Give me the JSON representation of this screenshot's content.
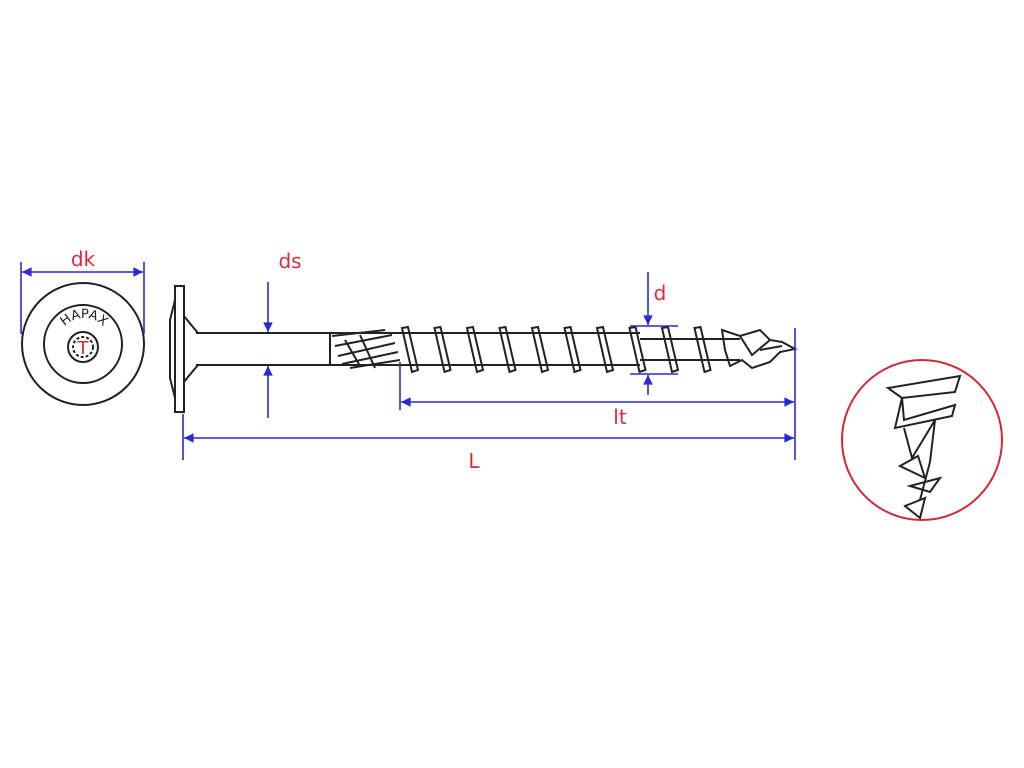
{
  "labels": {
    "dk": "dk",
    "ds": "ds",
    "d": "d",
    "lt": "lt",
    "L": "L"
  },
  "head": {
    "brand": "HAPAX",
    "drive_mark": "T"
  },
  "colors": {
    "label": "#e0283a",
    "dimension": "#2a2ad0",
    "outline": "#222222",
    "detail_circle": "#d3283a"
  }
}
